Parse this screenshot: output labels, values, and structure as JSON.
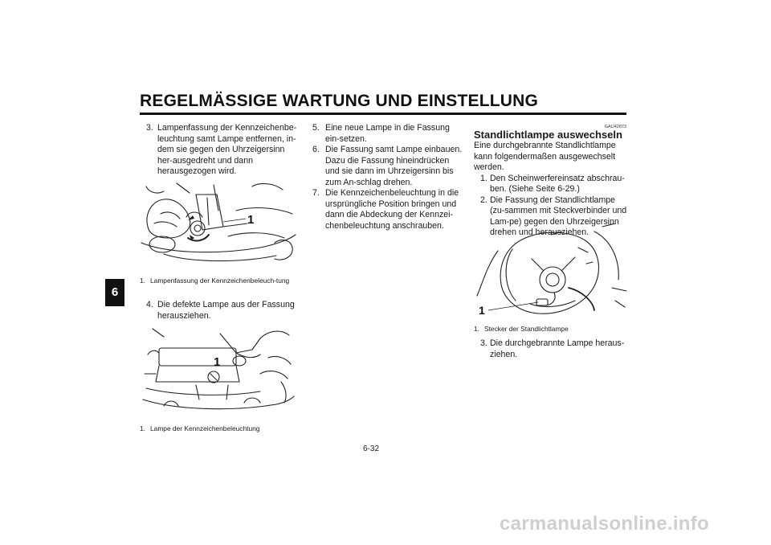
{
  "header": {
    "title": "REGELMÄSSIGE WARTUNG UND EINSTELLUNG"
  },
  "chapter_tab": "6",
  "col1": {
    "step3_num": "3.",
    "step3_text": "Lampenfassung der Kennzeichenbe-leuchtung samt Lampe entfernen, in-dem sie gegen den Uhrzeigersinn her-ausgedreht und dann herausgezogen wird.",
    "fig1_callout": "1",
    "fig1_caption_num": "1.",
    "fig1_caption": "Lampenfassung der Kennzeichenbeleuch-tung",
    "step4_num": "4.",
    "step4_text": "Die defekte Lampe aus der Fassung herausziehen.",
    "fig2_callout": "1",
    "fig2_caption_num": "1.",
    "fig2_caption": "Lampe der Kennzeichenbeleuchtung"
  },
  "col2": {
    "step5_num": "5.",
    "step5_text": "Eine neue Lampe in die Fassung ein-setzen.",
    "step6_num": "6.",
    "step6_text": "Die Fassung samt Lampe einbauen. Dazu die Fassung hineindrücken und sie dann im Uhrzeigersinn bis zum An-schlag drehen.",
    "step7_num": "7.",
    "step7_text": "Die Kennzeichenbeleuchtung in die ursprüngliche Position bringen und dann die Abdeckung der Kennzei-chenbeleuchtung anschrauben."
  },
  "col3": {
    "code": "GAU42873",
    "heading": "Standlichtlampe auswechseln",
    "intro": "Eine durchgebrannte Standlichtlampe kann folgendermaßen ausgewechselt werden.",
    "step1_num": "1.",
    "step1_text": "Den Scheinwerfereinsatz abschrau-ben. (Siehe Seite 6-29.)",
    "step2_num": "2.",
    "step2_text": "Die Fassung der Standlichtlampe (zu-sammen mit Steckverbinder und Lam-pe) gegen den Uhrzeigersinn drehen und herausziehen.",
    "fig3_callout": "1",
    "fig3_caption_num": "1.",
    "fig3_caption": "Stecker der Standlichtlampe",
    "step3_num": "3.",
    "step3_text": "Die durchgebrannte Lampe heraus-ziehen."
  },
  "page_number": "6-32",
  "watermark": "carmanualsonline.info"
}
